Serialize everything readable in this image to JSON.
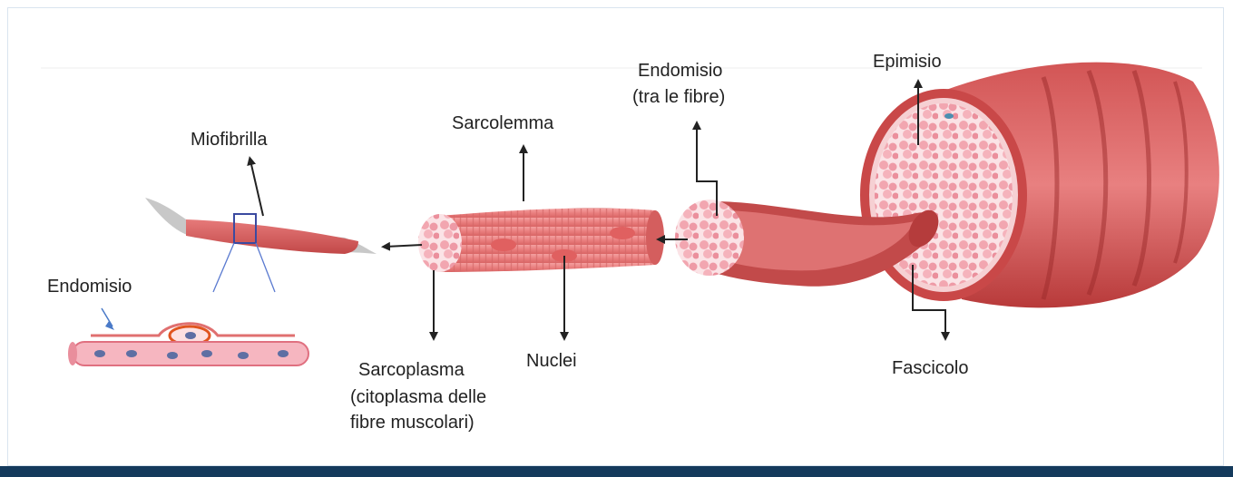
{
  "labels": {
    "miofibrilla": "Miofibrilla",
    "sarcolemma": "Sarcolemma",
    "endomisio_top_1": "Endomisio",
    "endomisio_top_2": "(tra le fibre)",
    "epimisio": "Epimisio",
    "endomisio_left": "Endomisio",
    "sarcoplasma_1": "Sarcoplasma",
    "sarcoplasma_2": "(citoplasma delle",
    "sarcoplasma_3": "fibre muscolari)",
    "nuclei": "Nuclei",
    "fascicolo": "Fascicolo"
  },
  "colors": {
    "muscle_dark": "#b83a3a",
    "muscle_mid": "#e07070",
    "muscle_light": "#f4b0b0",
    "fiber_pink": "#f2a6a6",
    "nucleus_blue": "#5e6fa3",
    "frame_border": "#d9e4ef",
    "bottom_bar": "#143a5c"
  }
}
